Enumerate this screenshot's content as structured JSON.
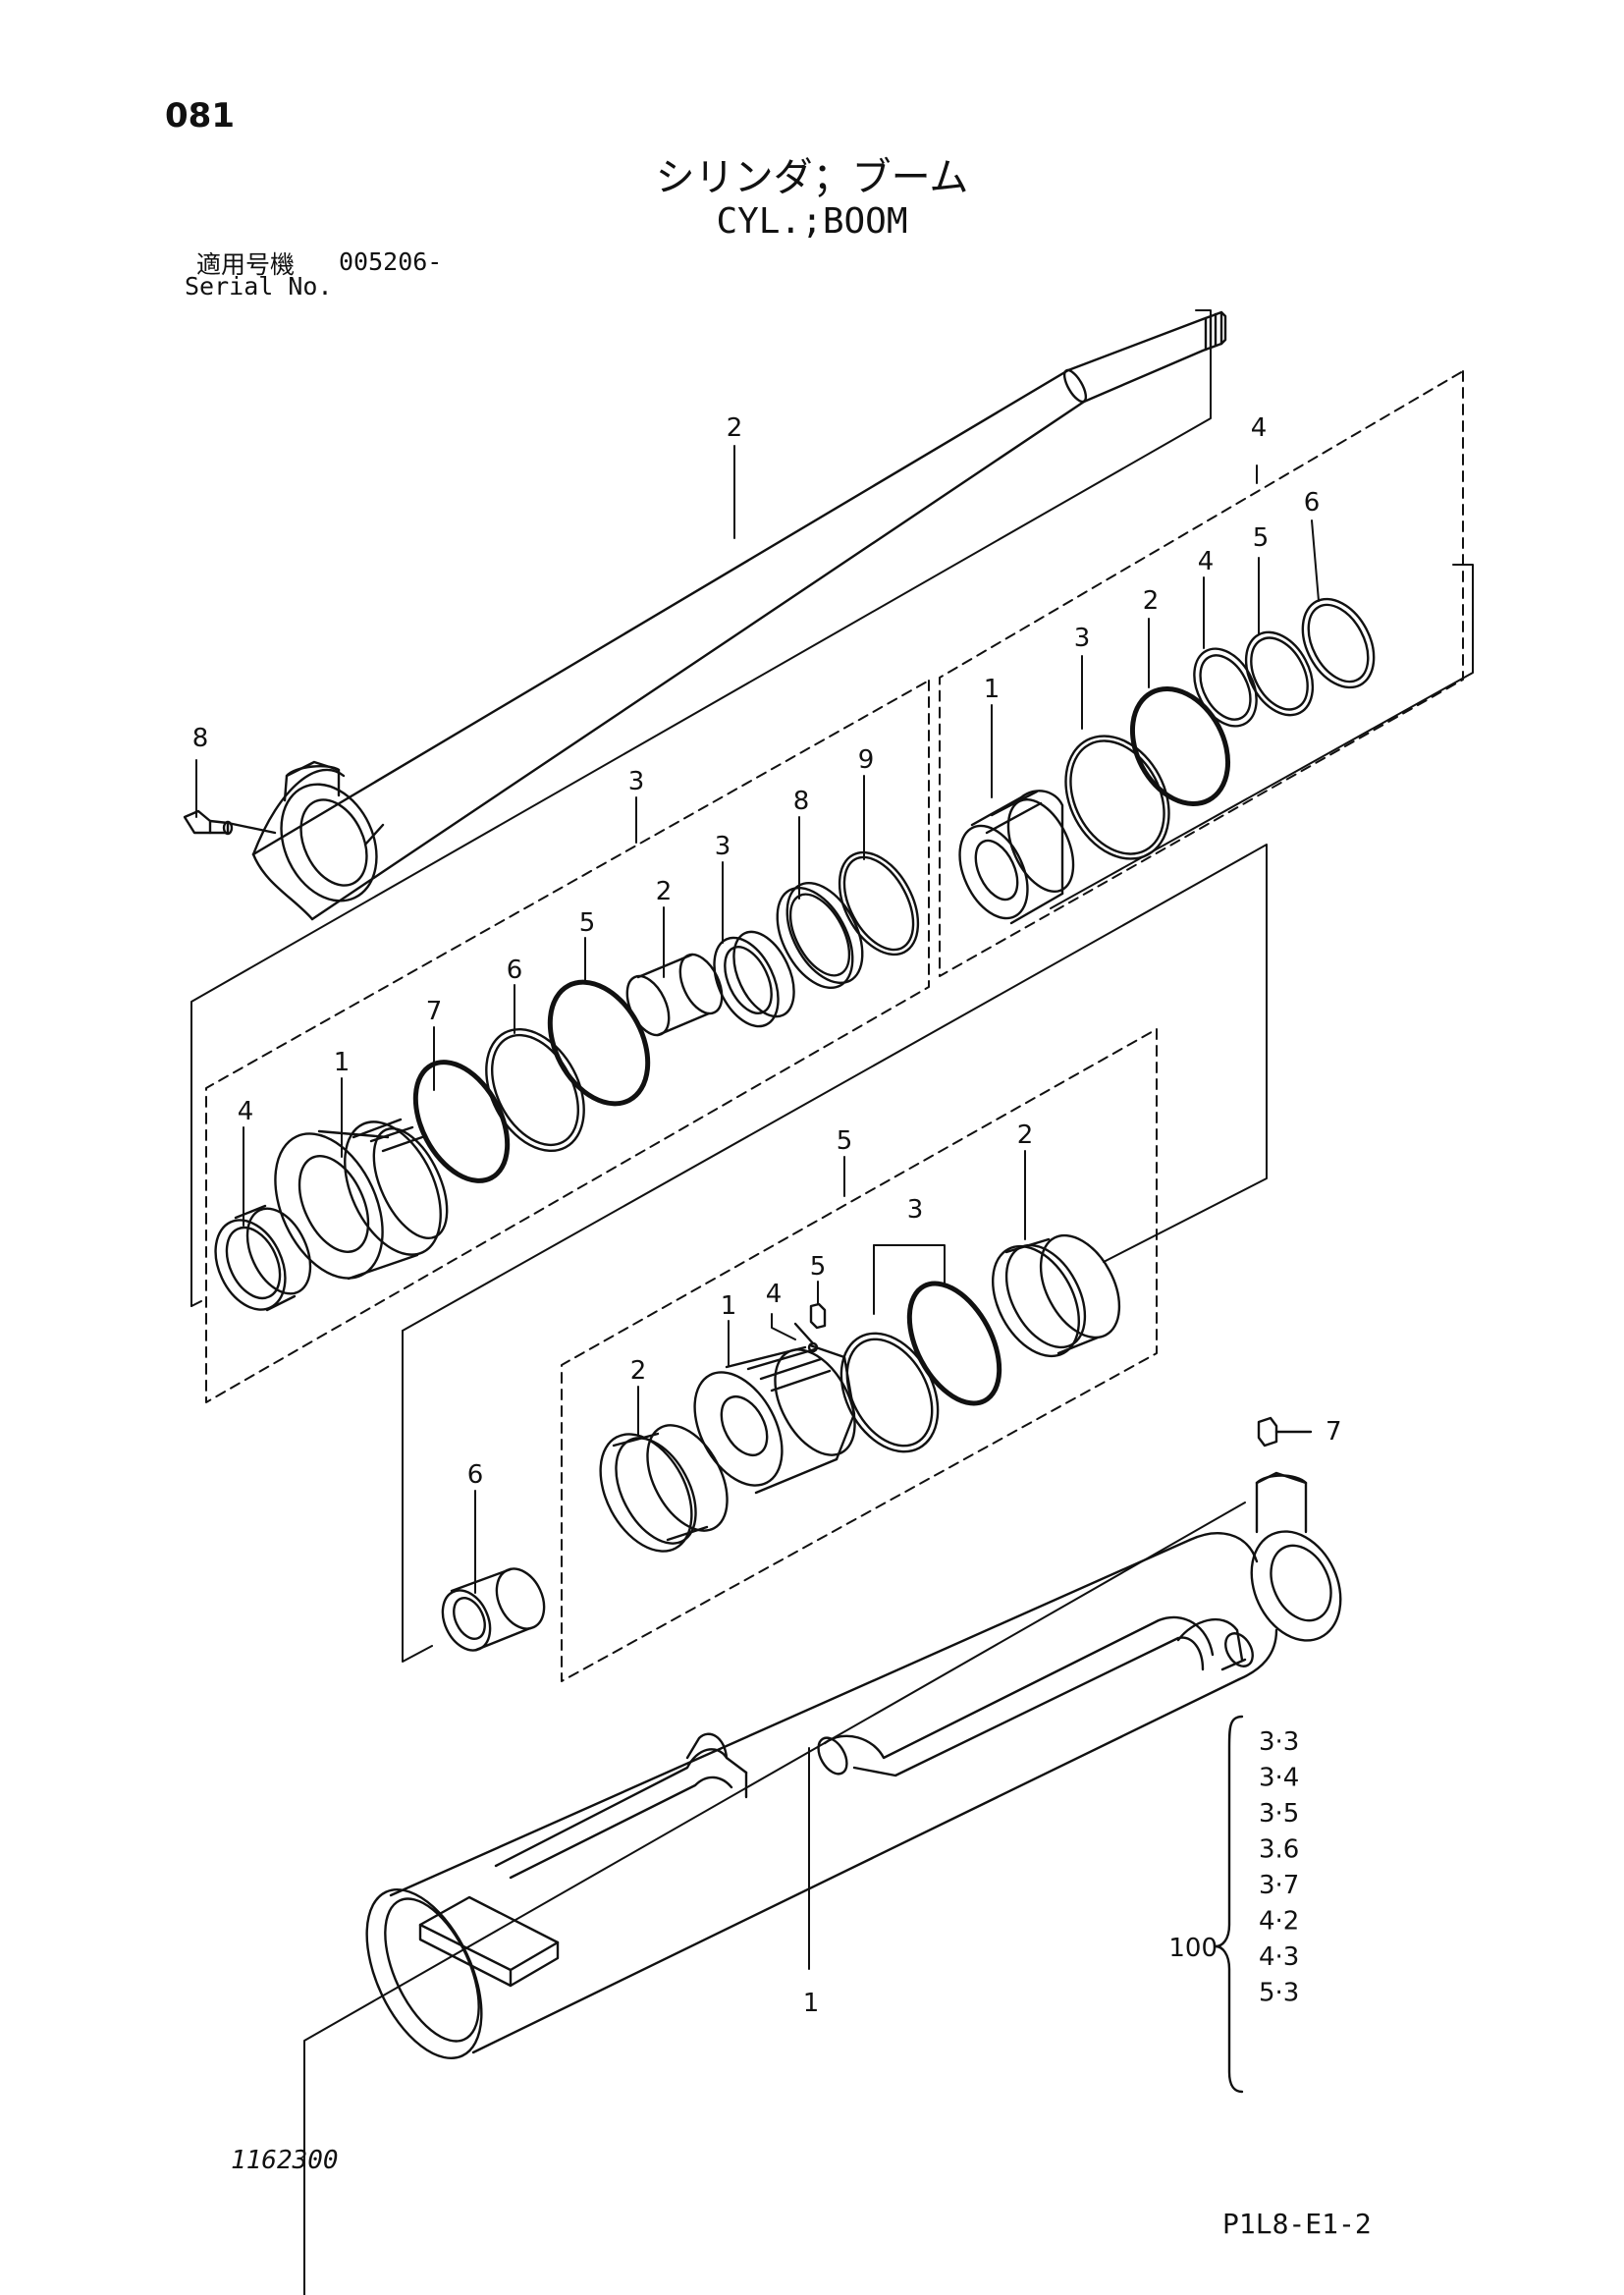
{
  "page": {
    "number": "081",
    "title_jp": "シリンダ；ブーム",
    "title_en": "CYL.;BOOM",
    "serial_label_jp": "適用号機",
    "serial_value": "005206-",
    "serial_label_en": "Serial No.",
    "figure_number": "1162300",
    "document_code": "P1L8-E1-2"
  },
  "callouts": {
    "rod": "2",
    "rod_group": "4",
    "grease_fitting_rod": "8",
    "head_group": "3",
    "head_1": "1",
    "head_2": "2",
    "head_3": "3",
    "head_4": "4",
    "head_5": "5",
    "head_6": "6",
    "head_7": "7",
    "head_8": "8",
    "head_9": "9",
    "rg_1": "1",
    "rg_2": "2",
    "rg_3": "3",
    "rg_4": "4",
    "rg_5": "5",
    "rg_6": "6",
    "piston_group": "5",
    "p_1": "1",
    "p_2a": "2",
    "p_2b": "2",
    "p_3": "3",
    "p_4": "4",
    "p_5": "5",
    "bushing": "6",
    "grease_fitting_tube": "7",
    "tube": "1",
    "kit_number": "100"
  },
  "seal_kit_items": [
    "3·3",
    "3·4",
    "3·5",
    "3.6",
    "3·7",
    "4·2",
    "4·3",
    "5·3"
  ]
}
